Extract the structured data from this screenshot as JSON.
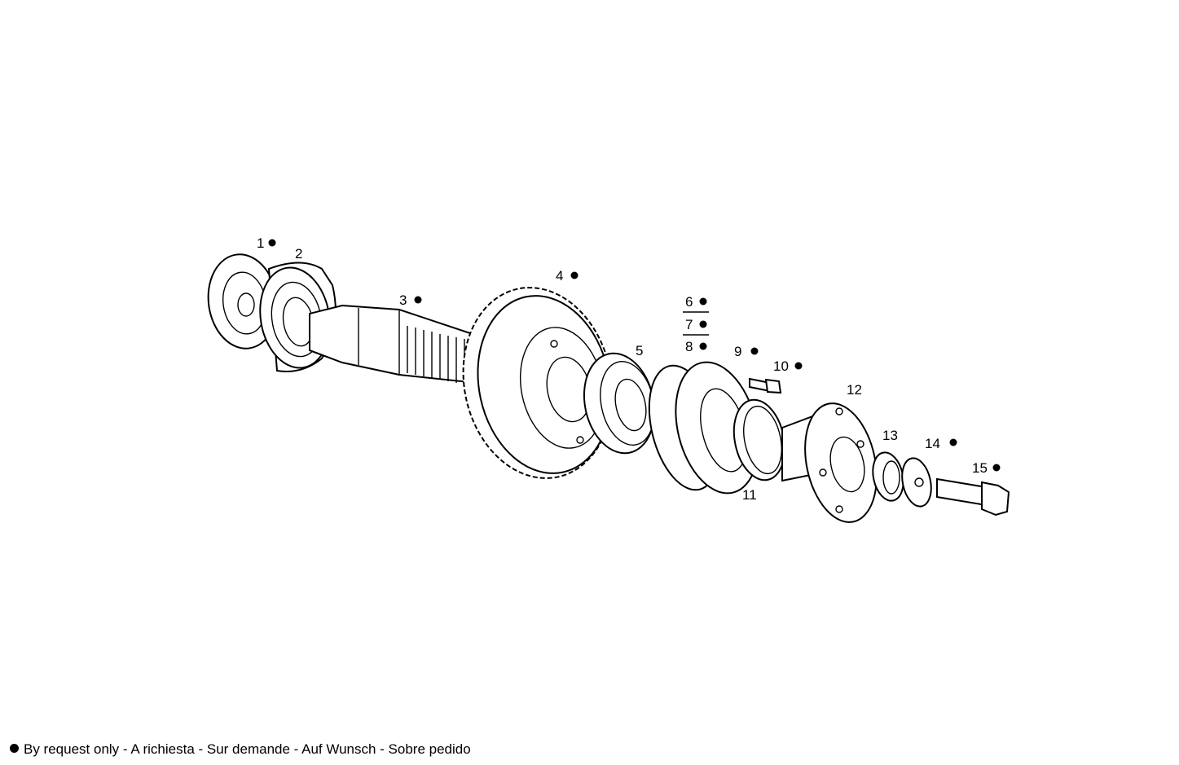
{
  "labels": [
    {
      "id": "1",
      "text": "1",
      "request": true
    },
    {
      "id": "2",
      "text": "2",
      "request": false
    },
    {
      "id": "3",
      "text": "3",
      "request": true
    },
    {
      "id": "4",
      "text": "4",
      "request": true
    },
    {
      "id": "5",
      "text": "5",
      "request": false
    },
    {
      "id": "6",
      "text": "6",
      "request": true
    },
    {
      "id": "7",
      "text": "7",
      "request": true
    },
    {
      "id": "8",
      "text": "8",
      "request": true
    },
    {
      "id": "9",
      "text": "9",
      "request": true
    },
    {
      "id": "10",
      "text": "10",
      "request": true
    },
    {
      "id": "11",
      "text": "11",
      "request": false
    },
    {
      "id": "12",
      "text": "12",
      "request": false
    },
    {
      "id": "13",
      "text": "13",
      "request": false
    },
    {
      "id": "14",
      "text": "14",
      "request": true
    },
    {
      "id": "15",
      "text": "15",
      "request": true
    }
  ],
  "footnote": {
    "text": "By request only - A richiesta - Sur demande - Auf Wunsch - Sobre pedido"
  }
}
